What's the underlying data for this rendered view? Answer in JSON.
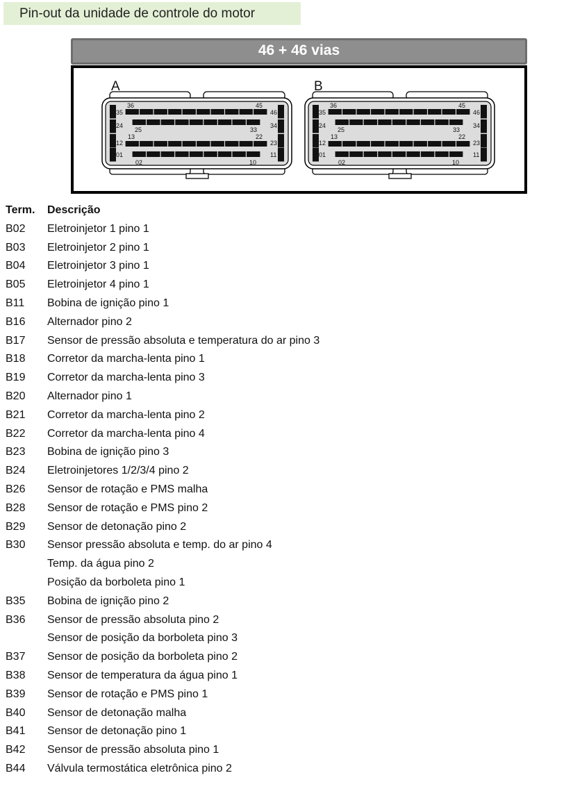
{
  "title": "Pin-out da unidade de controle do motor",
  "connector_header": "46 + 46 vias",
  "connectors": [
    {
      "label": "A"
    },
    {
      "label": "B"
    }
  ],
  "pin_labels": [
    "35",
    "36",
    "45",
    "46",
    "24",
    "25",
    "33",
    "34",
    "12",
    "13",
    "22",
    "23",
    "01",
    "02",
    "10",
    "11"
  ],
  "table": {
    "headers": {
      "term": "Term.",
      "desc": "Descrição"
    },
    "rows": [
      {
        "term": "B02",
        "desc": "Eletroinjetor 1 pino 1"
      },
      {
        "term": "B03",
        "desc": "Eletroinjetor 2 pino 1"
      },
      {
        "term": "B04",
        "desc": "Eletroinjetor 3 pino 1"
      },
      {
        "term": "B05",
        "desc": "Eletroinjetor 4 pino 1"
      },
      {
        "term": "B11",
        "desc": "Bobina de ignição pino 1"
      },
      {
        "term": "B16",
        "desc": "Alternador pino 2"
      },
      {
        "term": "B17",
        "desc": "Sensor de pressão absoluta e temperatura do ar pino 3"
      },
      {
        "term": "B18",
        "desc": "Corretor da marcha-lenta pino 1"
      },
      {
        "term": "B19",
        "desc": "Corretor da marcha-lenta pino 3"
      },
      {
        "term": "B20",
        "desc": "Alternador pino 1"
      },
      {
        "term": "B21",
        "desc": "Corretor da marcha-lenta pino 2"
      },
      {
        "term": "B22",
        "desc": "Corretor da marcha-lenta pino 4"
      },
      {
        "term": "B23",
        "desc": "Bobina de ignição pino 3"
      },
      {
        "term": "B24",
        "desc": "Eletroinjetores 1/2/3/4 pino 2"
      },
      {
        "term": "B26",
        "desc": "Sensor de rotação e PMS malha"
      },
      {
        "term": "B28",
        "desc": "Sensor de rotação e PMS pino 2"
      },
      {
        "term": "B29",
        "desc": "Sensor de detonação pino 2"
      },
      {
        "term": "B30",
        "desc": "Sensor pressão absoluta e temp. do ar pino 4"
      },
      {
        "term": "",
        "desc": "Temp. da água pino 2"
      },
      {
        "term": "",
        "desc": "Posição da borboleta pino 1"
      },
      {
        "term": "B35",
        "desc": "Bobina de ignição pino 2"
      },
      {
        "term": "B36",
        "desc": "Sensor de pressão absoluta pino 2"
      },
      {
        "term": "",
        "desc": "Sensor de posição da borboleta pino 3"
      },
      {
        "term": "B37",
        "desc": "Sensor de posição da borboleta pino 2"
      },
      {
        "term": "B38",
        "desc": "Sensor de temperatura da água pino 1"
      },
      {
        "term": "B39",
        "desc": "Sensor de rotação e PMS pino 1"
      },
      {
        "term": "B40",
        "desc": "Sensor de detonação malha"
      },
      {
        "term": "B41",
        "desc": "Sensor de detonação pino 1"
      },
      {
        "term": "B42",
        "desc": "Sensor de pressão absoluta pino 1"
      },
      {
        "term": "B44",
        "desc": "Válvula termostática eletrônica pino 2"
      }
    ]
  }
}
